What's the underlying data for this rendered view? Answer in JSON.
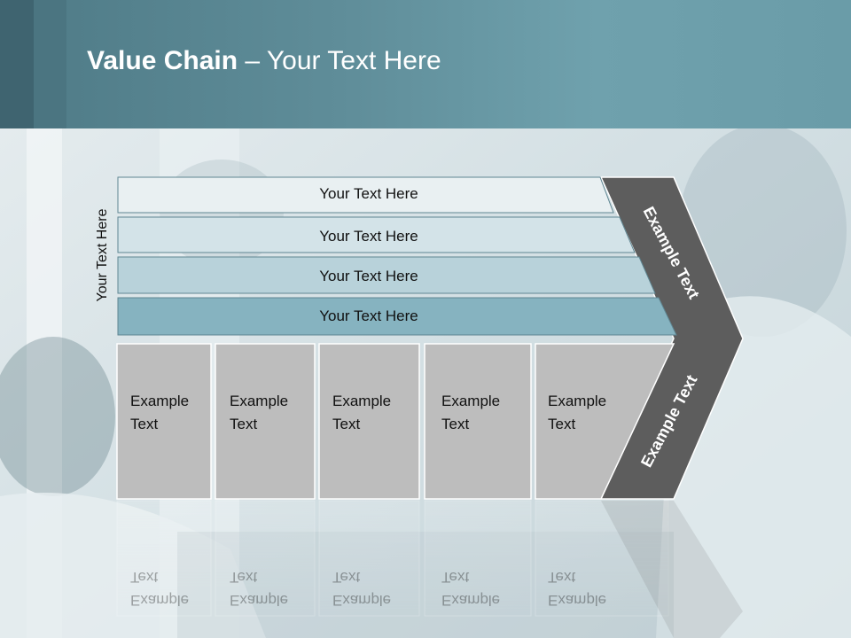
{
  "header": {
    "title_bold": "Value Chain",
    "title_rest": " – Your Text Here"
  },
  "diagram": {
    "side_label": "Your Text Here",
    "bands": [
      {
        "label": "Your Text Here",
        "fill": "#e9f0f2"
      },
      {
        "label": "Your Text Here",
        "fill": "#d3e3e8"
      },
      {
        "label": "Your Text Here",
        "fill": "#b8d2da"
      },
      {
        "label": "Your Text Here",
        "fill": "#86b3c0"
      }
    ],
    "boxes": [
      {
        "line1": "Example",
        "line2": "Text"
      },
      {
        "line1": "Example",
        "line2": "Text"
      },
      {
        "line1": "Example",
        "line2": "Text"
      },
      {
        "line1": "Example",
        "line2": "Text"
      },
      {
        "line1": "Example",
        "line2": "Text"
      }
    ],
    "chevron_top_label": "Example Text",
    "chevron_bottom_label": "Example Text",
    "box_fill": "#bdbdbd",
    "chevron_fill": "#5d5d5d"
  }
}
